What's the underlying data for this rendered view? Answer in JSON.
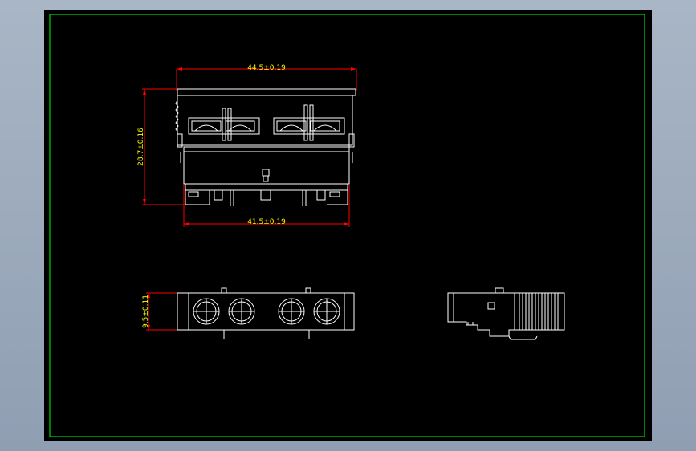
{
  "drawing": {
    "dimensions": {
      "top_width": "44.5±0.19",
      "left_height": "28.7±0.16",
      "bottom_width": "41.5±0.19",
      "side_height": "9.5±0.11"
    },
    "colors": {
      "background": "#000000",
      "border": "#00ff00",
      "geometry": "#ffffff",
      "dimension_lines": "#ff0000",
      "dimension_text": "#ffff00"
    }
  }
}
